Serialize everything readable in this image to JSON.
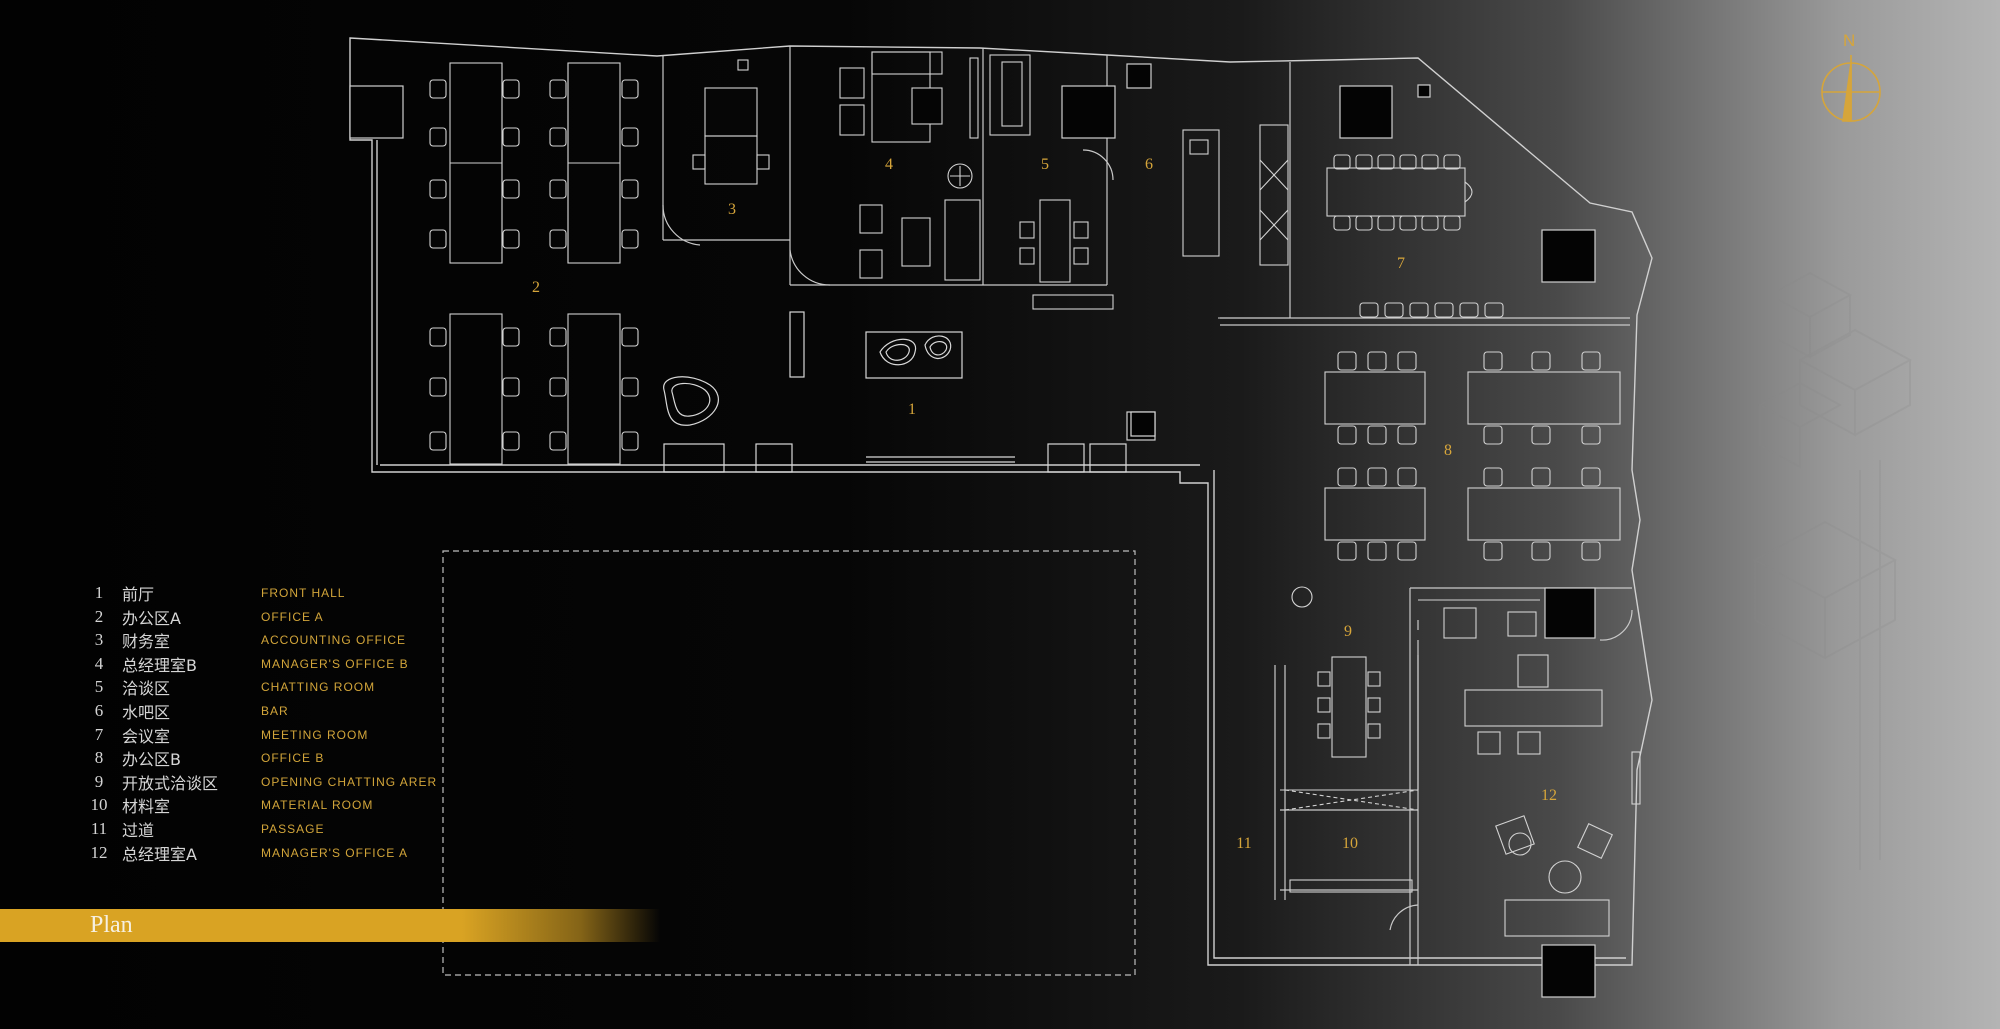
{
  "plan_title": "Plan",
  "north_label": "N",
  "legend": [
    {
      "num": "1",
      "zh": "前厅",
      "en": "FRONT HALL"
    },
    {
      "num": "2",
      "zh": "办公区A",
      "en": "OFFICE A"
    },
    {
      "num": "3",
      "zh": "财务室",
      "en": "ACCOUNTING OFFICE"
    },
    {
      "num": "4",
      "zh": "总经理室B",
      "en": "MANAGER'S OFFICE B"
    },
    {
      "num": "5",
      "zh": "洽谈区",
      "en": "CHATTING ROOM"
    },
    {
      "num": "6",
      "zh": "水吧区",
      "en": "BAR"
    },
    {
      "num": "7",
      "zh": "会议室",
      "en": "MEETING ROOM"
    },
    {
      "num": "8",
      "zh": "办公区B",
      "en": "OFFICE B"
    },
    {
      "num": "9",
      "zh": "开放式洽谈区",
      "en": "OPENING CHATTING ARER"
    },
    {
      "num": "10",
      "zh": "材料室",
      "en": "MATERIAL ROOM"
    },
    {
      "num": "11",
      "zh": "过道",
      "en": "PASSAGE"
    },
    {
      "num": "12",
      "zh": "总经理室A",
      "en": "MANAGER'S OFFICE A"
    }
  ],
  "room_labels": [
    "1",
    "2",
    "3",
    "4",
    "5",
    "6",
    "7",
    "8",
    "9",
    "10",
    "11",
    "12"
  ],
  "colors": {
    "accent": "#d9a323",
    "line": "#cfcfcf",
    "room_number": "#d6a53a"
  }
}
